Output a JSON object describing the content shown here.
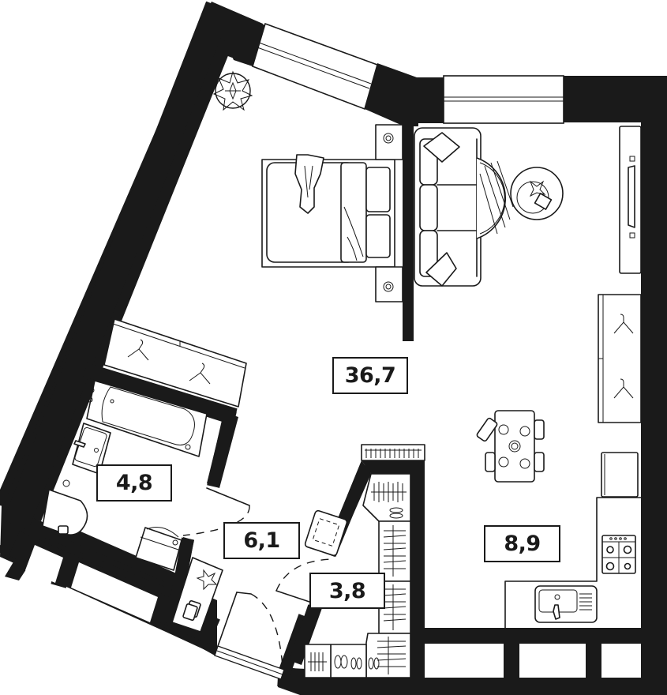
{
  "plan": {
    "type": "apartment-floor-plan",
    "colors": {
      "wall": "#1a1a1a",
      "background": "#ffffff",
      "line": "#1a1a1a"
    }
  },
  "rooms": [
    {
      "id": "living-bedroom",
      "area": "36,7"
    },
    {
      "id": "bathroom",
      "area": "4,8"
    },
    {
      "id": "hallway",
      "area": "6,1"
    },
    {
      "id": "wardrobe",
      "area": "3,8"
    },
    {
      "id": "kitchen",
      "area": "8,9"
    }
  ],
  "furniture": [
    "plant-icon",
    "double-bed-icon",
    "nightstand-icon",
    "sofa-icon",
    "round-rug-icon",
    "coffee-table-icon",
    "tv-stand-icon",
    "wardrobe-hangers-icon",
    "dining-table-icon",
    "fridge-icon",
    "stove-icon",
    "sink-icon",
    "bathtub-icon",
    "washbasin-icon",
    "toilet-icon",
    "washing-machine-icon",
    "shoe-cabinet-icon",
    "clothes-rack-icon"
  ]
}
